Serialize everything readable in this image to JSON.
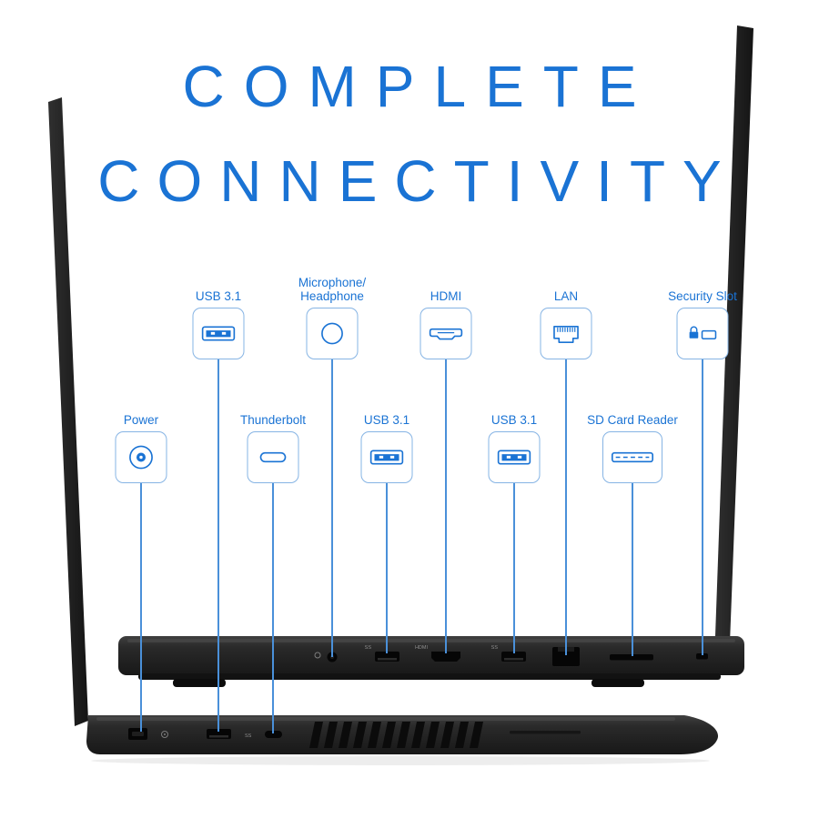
{
  "title": {
    "line1": "COMPLETE",
    "line2": "CONNECTIVITY"
  },
  "colors": {
    "accent": "#1a73d4",
    "callout_border": "#86b4e4",
    "connector_line": "#4a90d9",
    "laptop_body": "#2a2a2a"
  },
  "ports": [
    {
      "id": "power",
      "label_lines": [
        "Power"
      ],
      "icon": "power-icon",
      "row": "bottom",
      "target": "side-view-laptop"
    },
    {
      "id": "usb31-a",
      "label_lines": [
        "USB 3.1"
      ],
      "icon": "usb-icon",
      "row": "top",
      "target": "side-view-laptop"
    },
    {
      "id": "thunderbolt",
      "label_lines": [
        "Thunderbolt"
      ],
      "icon": "thunderbolt-icon",
      "row": "bottom",
      "target": "side-view-laptop"
    },
    {
      "id": "mic-headphone",
      "label_lines": [
        "Microphone/",
        "Headphone"
      ],
      "icon": "audio-jack-icon",
      "row": "top",
      "target": "rear-view-laptop"
    },
    {
      "id": "usb31-b",
      "label_lines": [
        "USB 3.1"
      ],
      "icon": "usb-icon",
      "row": "bottom",
      "target": "rear-view-laptop"
    },
    {
      "id": "hdmi",
      "label_lines": [
        "HDMI"
      ],
      "icon": "hdmi-icon",
      "row": "top",
      "target": "rear-view-laptop"
    },
    {
      "id": "usb31-c",
      "label_lines": [
        "USB 3.1"
      ],
      "icon": "usb-icon",
      "row": "bottom",
      "target": "rear-view-laptop"
    },
    {
      "id": "lan",
      "label_lines": [
        "LAN"
      ],
      "icon": "lan-icon",
      "row": "top",
      "target": "rear-view-laptop"
    },
    {
      "id": "sd-card",
      "label_lines": [
        "SD Card Reader"
      ],
      "icon": "sd-card-icon",
      "row": "bottom",
      "target": "rear-view-laptop"
    },
    {
      "id": "security",
      "label_lines": [
        "Security Slot"
      ],
      "icon": "security-lock-icon",
      "row": "top",
      "target": "rear-view-laptop"
    }
  ]
}
